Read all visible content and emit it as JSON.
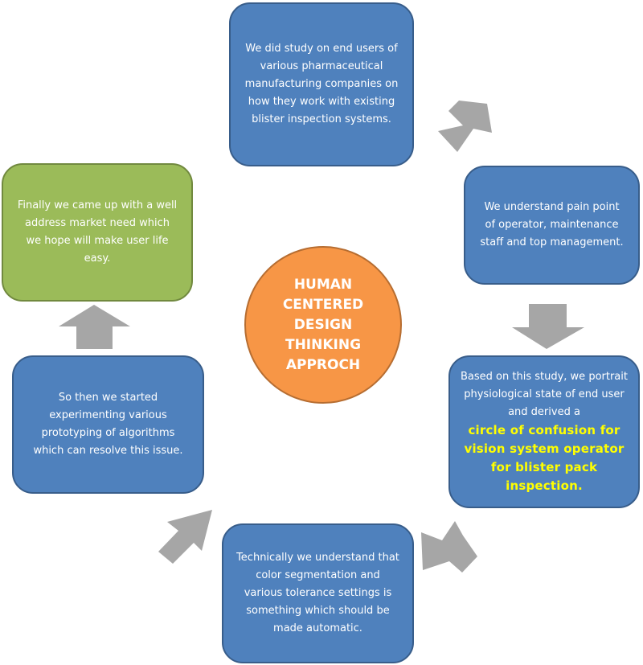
{
  "center": {
    "title": "HUMAN\nCENTERED\nDESIGN\nTHINKING\nAPPROCH"
  },
  "steps": [
    {
      "text": "We did study on end users of various pharmaceutical manufacturing companies on how they work with existing blister inspection systems."
    },
    {
      "text": "We understand  pain point of operator, maintenance staff and top management."
    },
    {
      "text": "Based on this study, we portrait physiological state of end user and derived a",
      "highlight": "circle of confusion for vision system operator for blister pack inspection."
    },
    {
      "text": "Technically we understand that color segmentation and various tolerance settings is something which should be made automatic."
    },
    {
      "text": "So then we started experimenting various prototyping of algorithms which can resolve this issue."
    },
    {
      "text": "Finally we came up with a well address market need which we hope will make user life easy."
    }
  ],
  "colors": {
    "step_fill": "#4f81bd",
    "final_step_fill": "#9bbb59",
    "center_fill": "#f79646",
    "highlight_text": "#ffff00",
    "arrow": "#a6a6a6"
  }
}
